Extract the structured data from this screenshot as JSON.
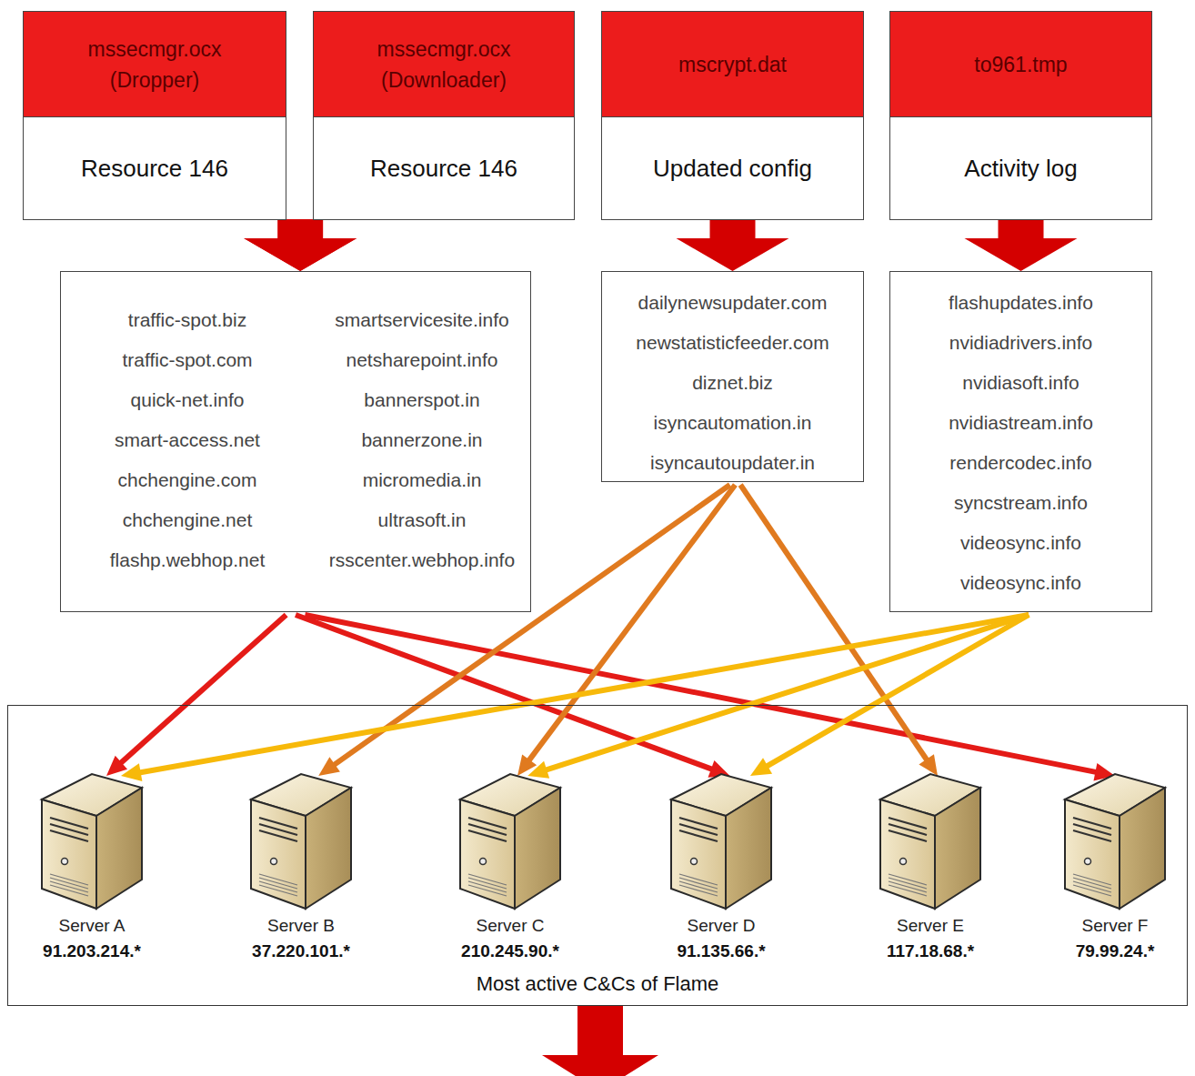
{
  "diagram": {
    "nodes": [
      {
        "text": [
          "mssecmgr.ocx (Dropper)",
          "Resource 146"
        ]
      },
      {
        "text": [
          "mssecmgr.ocx (Downloader)",
          "Resource 146"
        ]
      },
      {
        "text": [
          "mscrypt.dat",
          "Updated config"
        ]
      },
      {
        "text": [
          "to961.tmp",
          "Activity log"
        ]
      },
      {
        "text": [
          "traffic-spot.biz",
          "traffic-spot.com",
          "quick-net.info",
          "smart-access.net",
          "chchengine.com",
          "chchengine.net",
          "flashp.webhop.net",
          "smartservicesite.info",
          "netsharepoint.info",
          "bannerspot.in",
          "bannerzone.in",
          "micromedia.in",
          "ultrasoft.in",
          "rsscenter.webhop.info"
        ]
      },
      {
        "text": [
          "dailynewsupdater.com",
          "newstatisticfeeder.com",
          "diznet.biz",
          "isyncautomation.in",
          "isyncautoupdater.in"
        ]
      },
      {
        "text": [
          "flashupdates.info",
          "nvidiadrivers.info",
          "nvidiasoft.info",
          "nvidiastream.info",
          "rendercodec.info",
          "syncstream.info",
          "videosync.info",
          "videosync.info"
        ]
      },
      {
        "text": [
          "Most active C&Cs of Flame"
        ]
      },
      {
        "text": [
          "Server A",
          "91.203.214.*"
        ],
        "in": 7
      },
      {
        "text": [
          "Server B",
          "37.220.101.*"
        ],
        "in": 7
      },
      {
        "text": [
          "Server C",
          "210.245.90.*"
        ],
        "in": 7
      },
      {
        "text": [
          "Server D",
          "91.135.66.*"
        ],
        "in": 7
      },
      {
        "text": [
          "Server E",
          "117.18.68.*"
        ],
        "in": 7
      },
      {
        "text": [
          "Server F",
          "79.99.24.*"
        ],
        "in": 7
      }
    ],
    "edges": [
      {
        "from": 0,
        "to": 4,
        "arrow": "to"
      },
      {
        "from": 1,
        "to": 4,
        "arrow": "to"
      },
      {
        "from": 2,
        "to": 5,
        "arrow": "to"
      },
      {
        "from": 3,
        "to": 6,
        "arrow": "to"
      },
      {
        "from": 4,
        "to": 8,
        "arrow": "to"
      },
      {
        "from": 4,
        "to": 11,
        "arrow": "to"
      },
      {
        "from": 4,
        "to": 13,
        "arrow": "to"
      },
      {
        "from": 5,
        "to": 9,
        "arrow": "to"
      },
      {
        "from": 5,
        "to": 10,
        "arrow": "to"
      },
      {
        "from": 5,
        "to": 12,
        "arrow": "to"
      },
      {
        "from": 6,
        "to": 8,
        "arrow": "to"
      },
      {
        "from": 6,
        "to": 10,
        "arrow": "to"
      },
      {
        "from": 6,
        "to": 11,
        "arrow": "to"
      }
    ]
  }
}
